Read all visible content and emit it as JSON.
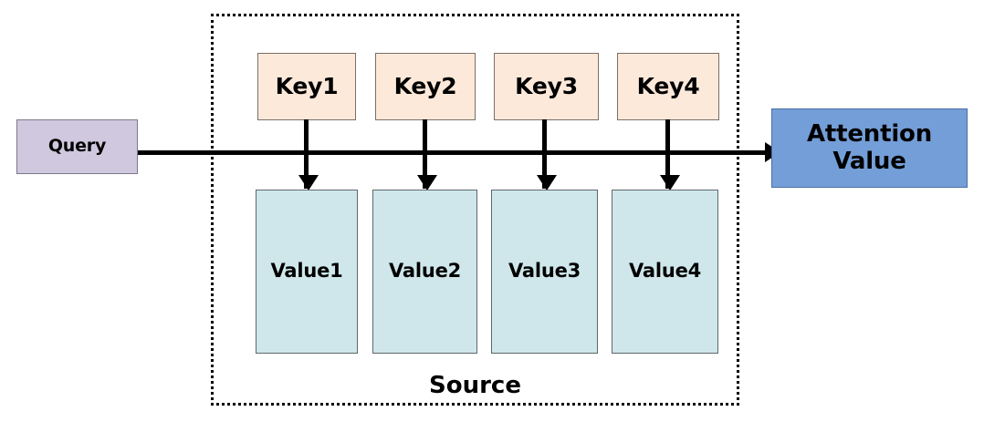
{
  "diagram": {
    "title_label": "Source",
    "query": {
      "label": "Query"
    },
    "keys": [
      {
        "label": "Key1"
      },
      {
        "label": "Key2"
      },
      {
        "label": "Key3"
      },
      {
        "label": "Key4"
      }
    ],
    "values": [
      {
        "label": "Value1"
      },
      {
        "label": "Value2"
      },
      {
        "label": "Value3"
      },
      {
        "label": "Value4"
      }
    ],
    "output": {
      "line1": "Attention",
      "line2": "Value"
    },
    "colors": {
      "query_fill": "#cfc8de",
      "key_fill": "#fce9da",
      "value_fill": "#cfe7ea",
      "output_fill": "#749ed8",
      "line": "#000000",
      "source_border": "#000000"
    }
  }
}
